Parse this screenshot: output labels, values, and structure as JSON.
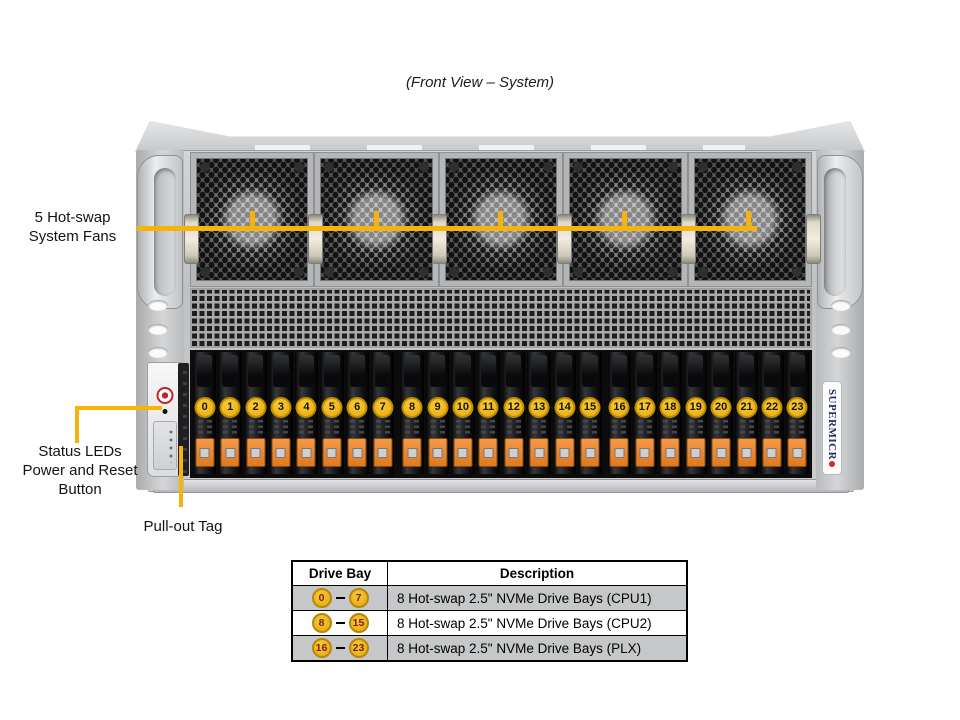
{
  "title": "(Front View – System)",
  "callouts": {
    "fans": {
      "lines": [
        "5 Hot-swap",
        "System Fans"
      ]
    },
    "status": {
      "lines": [
        "Status LEDs",
        "Power and Reset",
        "Button"
      ]
    },
    "pullout": {
      "label": "Pull-out Tag"
    }
  },
  "chassis": {
    "fan_count": 5,
    "drive_numbers": [
      "0",
      "1",
      "2",
      "3",
      "4",
      "5",
      "6",
      "7",
      "8",
      "9",
      "10",
      "11",
      "12",
      "13",
      "14",
      "15",
      "16",
      "17",
      "18",
      "19",
      "20",
      "21",
      "22",
      "23"
    ],
    "drives_per_group": 8,
    "brand_label": "SUPERMICR",
    "accent_yellow": "#F6B40A",
    "latch_orange": "#E8852D"
  },
  "table": {
    "headers": [
      "Drive Bay",
      "Description"
    ],
    "rows": [
      {
        "bay_from": "0",
        "bay_to": "7",
        "description": "8 Hot-swap 2.5\" NVMe Drive Bays (CPU1)"
      },
      {
        "bay_from": "8",
        "bay_to": "15",
        "description": "8 Hot-swap 2.5\" NVMe Drive Bays (CPU2)"
      },
      {
        "bay_from": "16",
        "bay_to": "23",
        "description": "8 Hot-swap 2.5\" NVMe Drive Bays (PLX)"
      }
    ]
  }
}
